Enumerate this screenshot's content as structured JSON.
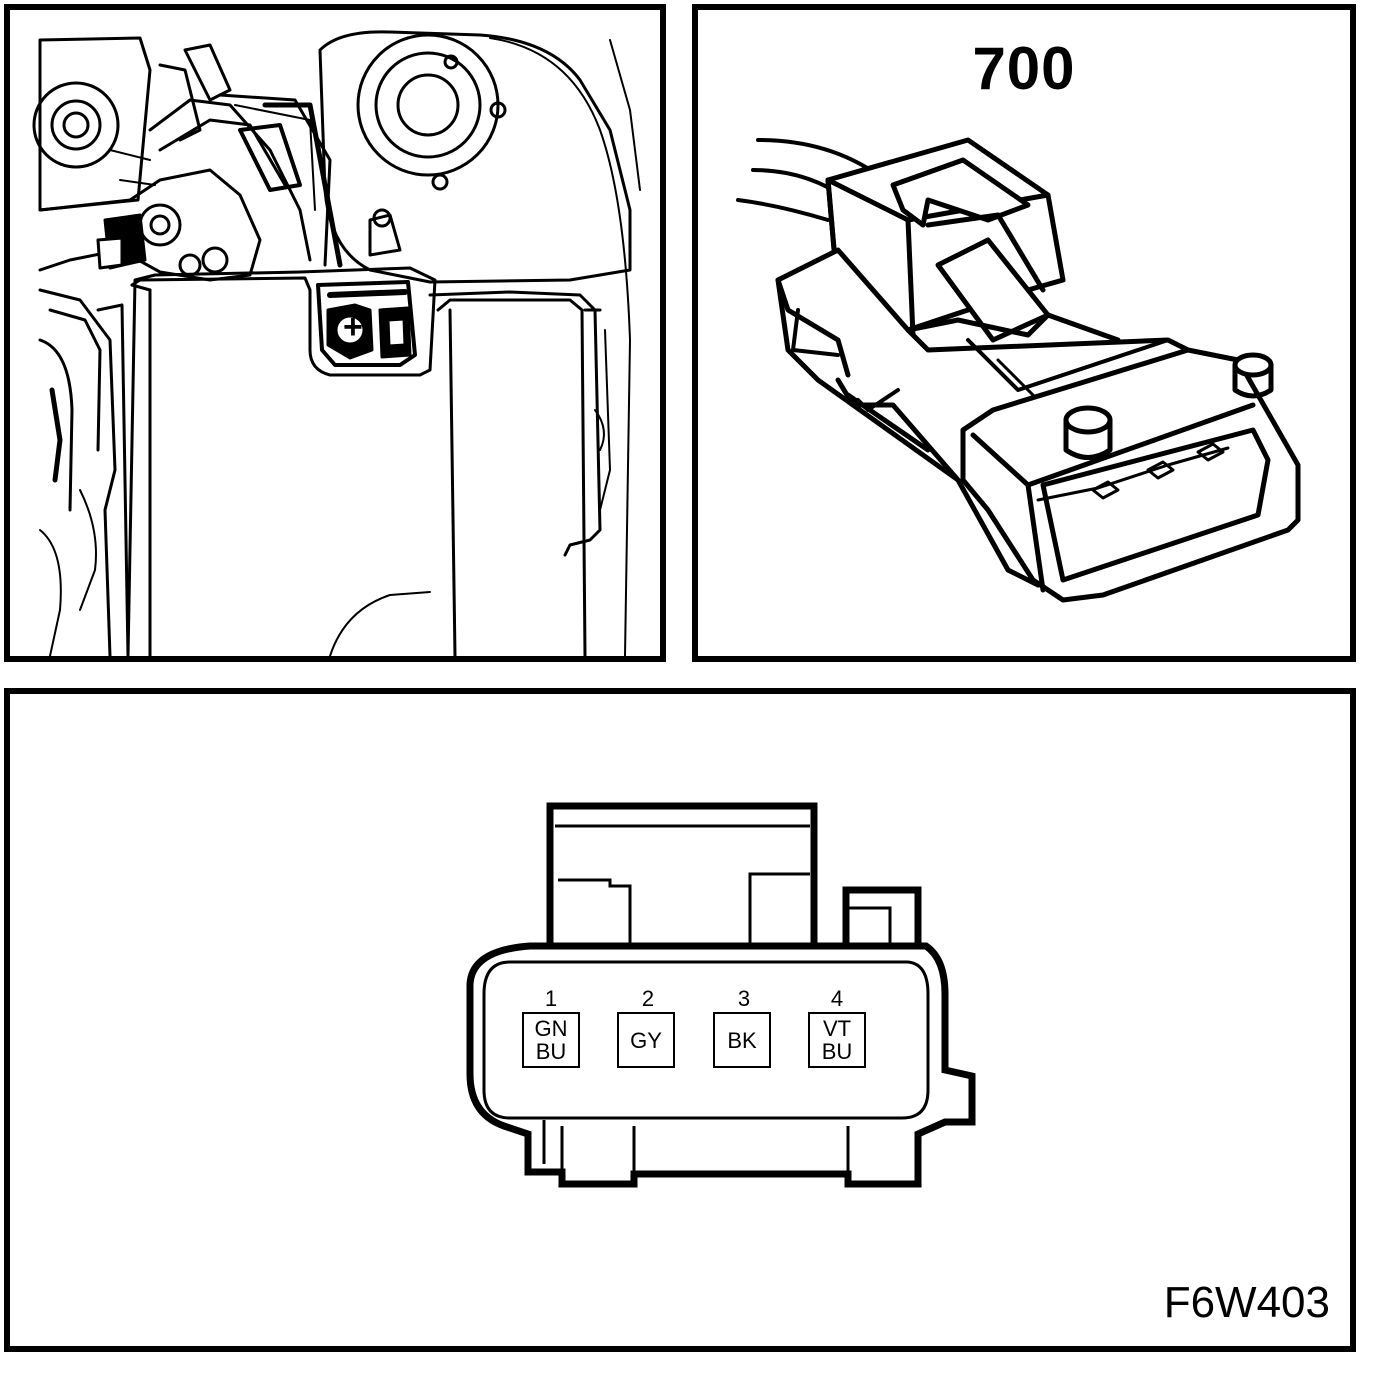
{
  "location_view": {
    "symbols": [
      "+"
    ],
    "icon": "engine-bay-battery-icon"
  },
  "connector_view": {
    "connector_id": "700",
    "icon": "connector-plug-icon"
  },
  "pinout": {
    "pins": [
      {
        "number": "1",
        "colors": [
          "GN",
          "BU"
        ]
      },
      {
        "number": "2",
        "colors": [
          "GY"
        ]
      },
      {
        "number": "3",
        "colors": [
          "BK"
        ]
      },
      {
        "number": "4",
        "colors": [
          "VT",
          "BU"
        ]
      }
    ],
    "figure_code": "F6W403"
  }
}
